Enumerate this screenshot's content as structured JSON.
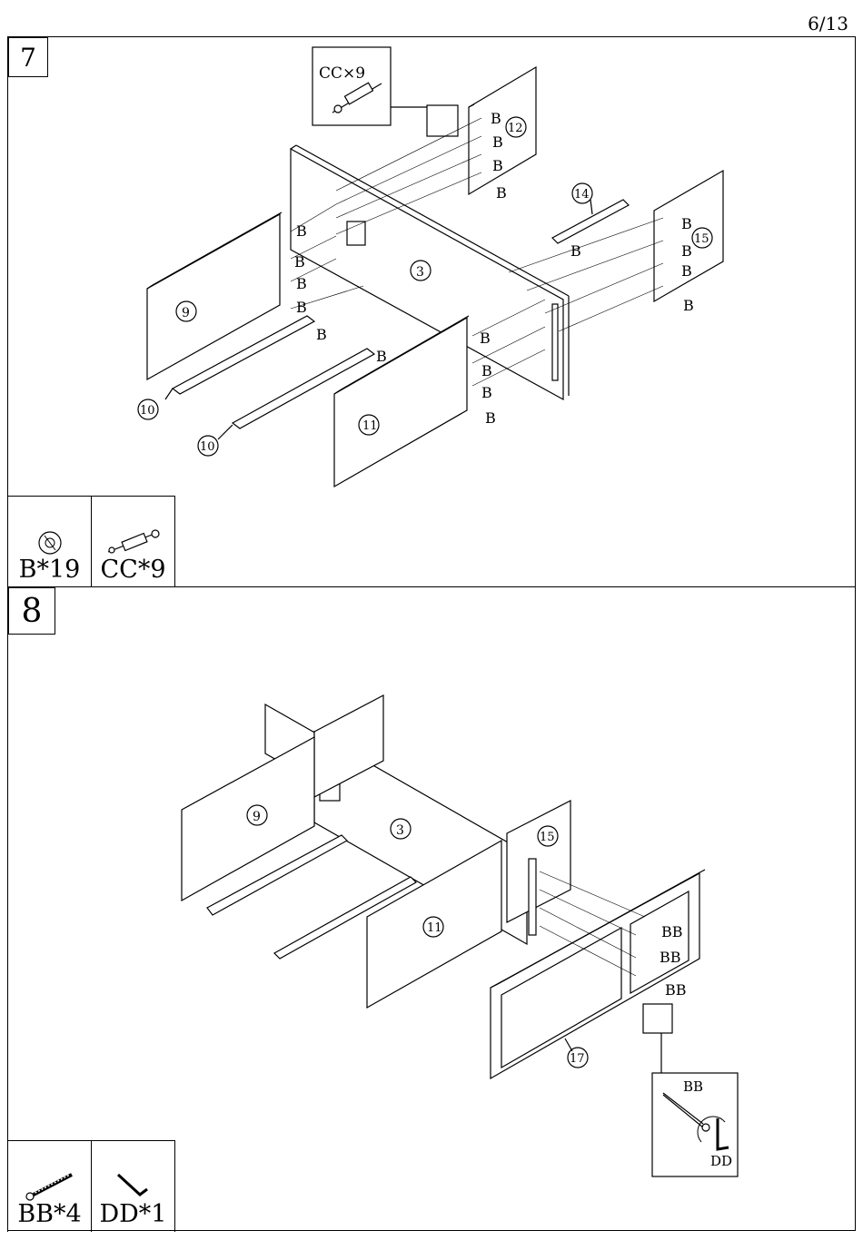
{
  "page_number": "6/13",
  "step7": {
    "number": "7",
    "callout": "CC×9",
    "panels": [
      "12",
      "14",
      "15",
      "3",
      "9",
      "10",
      "10",
      "11"
    ],
    "label_B": "B",
    "hardware": [
      {
        "icon": "cam-lock-icon",
        "label": "B*19"
      },
      {
        "icon": "dowel-bolt-icon",
        "label": "CC*9"
      }
    ]
  },
  "step8": {
    "number": "8",
    "panels": [
      "9",
      "3",
      "15",
      "11",
      "17"
    ],
    "label_BB": "BB",
    "detail_bb": "BB",
    "detail_dd": "DD",
    "hardware": [
      {
        "icon": "screw-icon",
        "label": "BB*4"
      },
      {
        "icon": "allen-key-icon",
        "label": "DD*1"
      }
    ]
  }
}
